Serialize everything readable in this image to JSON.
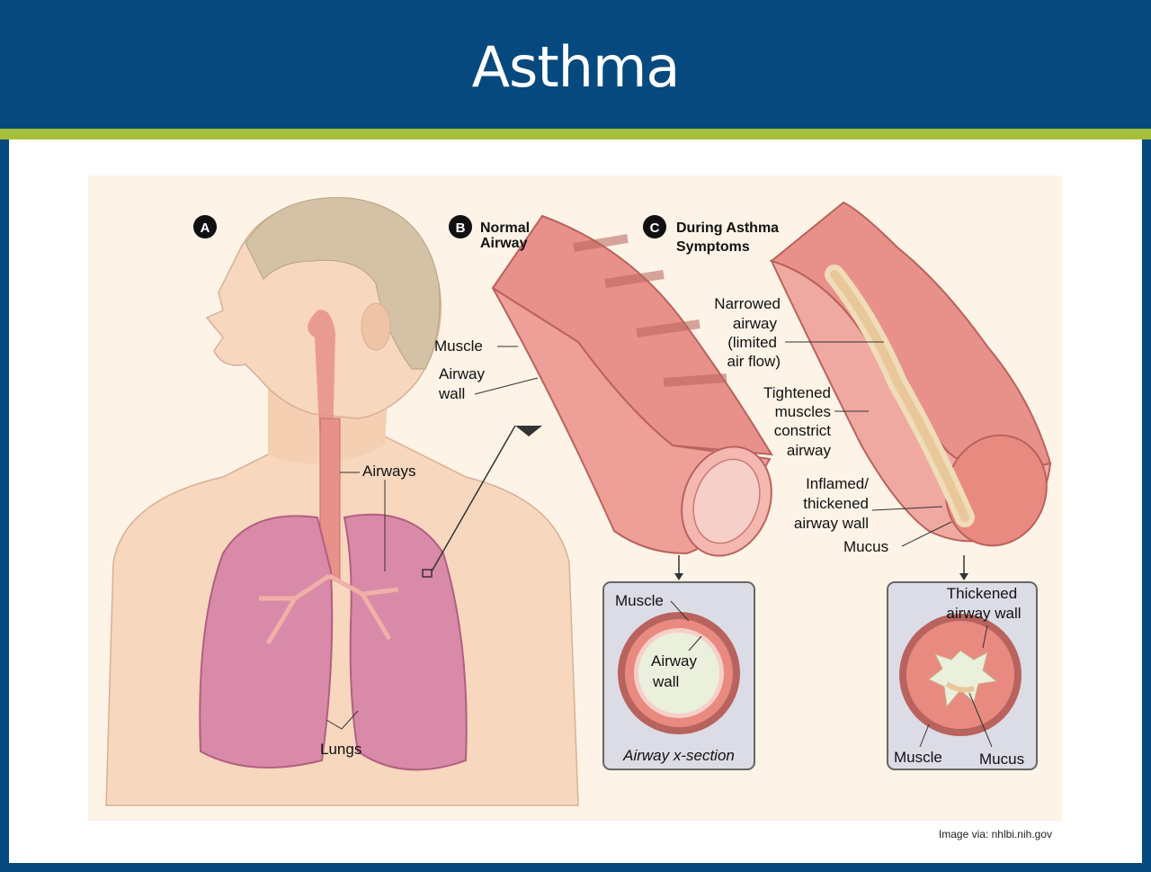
{
  "title": "Asthma",
  "credit": "Image via: nhlbi.nih.gov",
  "panels": {
    "a": {
      "letter": "A"
    },
    "b": {
      "letter": "B",
      "line1": "Normal",
      "line2": "Airway"
    },
    "c": {
      "letter": "C",
      "line1": "During Asthma",
      "line2": "Symptoms"
    }
  },
  "labels": {
    "airways": "Airways",
    "lungs": "Lungs",
    "muscle": "Muscle",
    "airway_wall_1": "Airway",
    "airway_wall_2": "wall",
    "narrowed": [
      "Narrowed",
      "airway",
      "(limited",
      "air flow)"
    ],
    "tightened": [
      "Tightened",
      "muscles",
      "constrict",
      "airway"
    ],
    "inflamed": [
      "Inflamed/",
      "thickened",
      "airway wall"
    ],
    "mucus": "Mucus",
    "xsection_muscle": "Muscle",
    "xsection_wall_1": "Airway",
    "xsection_wall_2": "wall",
    "xsection_caption": "Airway x-section",
    "thickened_1": "Thickened",
    "thickened_2": "airway wall",
    "asthma_muscle": "Muscle",
    "asthma_mucus": "Mucus"
  },
  "colors": {
    "header": "#06497e",
    "stripe": "#a7c03a",
    "illustration_bg": "#fdf3e6",
    "skin": "#f7d7bd",
    "lung": "#d98aa8",
    "airway": "#e8918a",
    "box": "#dcdce6"
  }
}
